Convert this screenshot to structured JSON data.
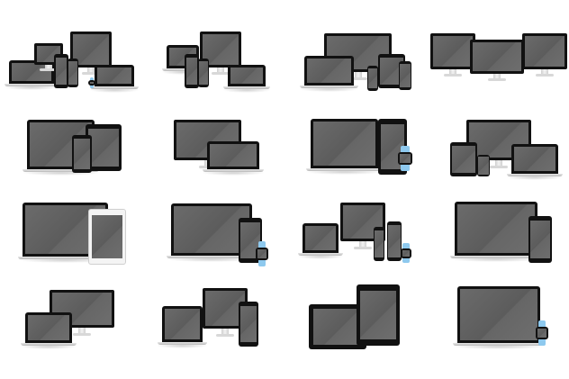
{
  "colors": {
    "background": "#ffffff",
    "bezel": "#111111",
    "screen": "#636363",
    "silver": "#d0d0d0",
    "watch_band": "#8ec9ee",
    "white_bezel": "#f4f4f4"
  },
  "mockups": [
    {
      "devices": [
        "laptop",
        "monitor",
        "monitor",
        "tablet",
        "phone",
        "laptop",
        "watch"
      ]
    },
    {
      "devices": [
        "laptop",
        "monitor",
        "tablet",
        "phone",
        "laptop"
      ]
    },
    {
      "devices": [
        "monitor",
        "laptop",
        "tablet",
        "phone",
        "phone"
      ]
    },
    {
      "devices": [
        "monitor",
        "monitor",
        "monitor"
      ]
    },
    {
      "devices": [
        "laptop",
        "tablet",
        "phone"
      ]
    },
    {
      "devices": [
        "monitor",
        "laptop"
      ]
    },
    {
      "devices": [
        "laptop",
        "phone",
        "watch"
      ]
    },
    {
      "devices": [
        "monitor",
        "tablet",
        "phone",
        "laptop"
      ]
    },
    {
      "devices": [
        "laptop",
        "tablet-white"
      ]
    },
    {
      "devices": [
        "laptop",
        "phone",
        "watch"
      ]
    },
    {
      "devices": [
        "laptop",
        "monitor",
        "phone",
        "phone",
        "watch"
      ]
    },
    {
      "devices": [
        "laptop",
        "phone"
      ]
    },
    {
      "devices": [
        "monitor",
        "laptop"
      ]
    },
    {
      "devices": [
        "laptop",
        "monitor",
        "phone"
      ]
    },
    {
      "devices": [
        "tablet",
        "tablet"
      ]
    },
    {
      "devices": [
        "laptop",
        "watch"
      ]
    }
  ]
}
